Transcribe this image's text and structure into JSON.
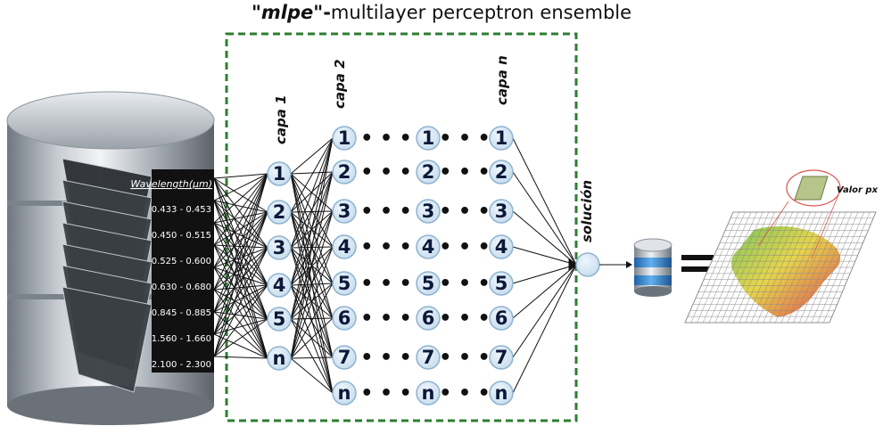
{
  "title": {
    "prefix": "\"",
    "mlpe": "mlpe",
    "sep": "\"-",
    "rest": "multilayer perceptron ensemble"
  },
  "layers": {
    "capa1": "capa 1",
    "capa2": "capa 2",
    "capan": "capa n"
  },
  "input_nodes": [
    "1",
    "2",
    "3",
    "4",
    "5",
    "n"
  ],
  "hidden_nodes": [
    "1",
    "2",
    "3",
    "4",
    "5",
    "6",
    "7",
    "n"
  ],
  "mid_nodes": [
    "1",
    "2",
    "3",
    "4",
    "5",
    "6",
    "7",
    "n"
  ],
  "last_nodes": [
    "1",
    "2",
    "3",
    "4",
    "5",
    "6",
    "7",
    "n"
  ],
  "ellipsis": "• • •",
  "solution": "solución",
  "wavelength": {
    "header": "Wavelength(μm)",
    "bands": [
      "0.433 - 0.453",
      "0.450 - 0.515",
      "0.525 - 0.600",
      "0.630 - 0.680",
      "0.845 - 0.885",
      "1.560 - 1.660",
      "2.100 - 2.300"
    ]
  },
  "pixel_label": "Valor px",
  "equals": "=",
  "colors": {
    "node_fill": "#d4e6f4",
    "dashed_box": "#2e7d32",
    "db_band": "#3d8fd6"
  }
}
